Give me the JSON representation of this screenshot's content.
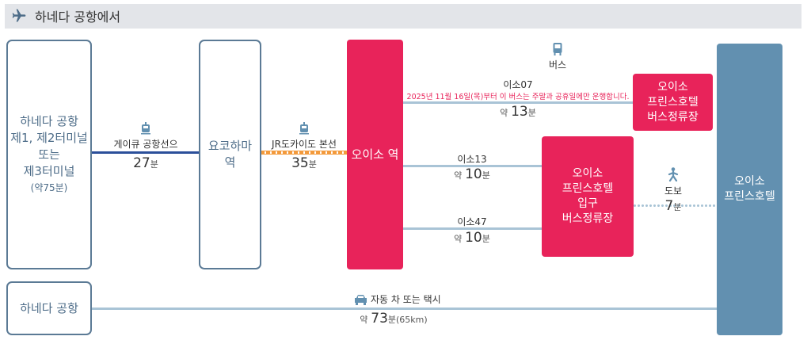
{
  "header": {
    "title": "하네다 공항에서",
    "icon": "airplane-icon"
  },
  "nodes": {
    "haneda_terminals": [
      "하네다 공항",
      "제1, 제2터미널",
      "또는",
      "제3터미널"
    ],
    "haneda_terminals_note": "(약75분)",
    "yokohama": [
      "요코하마",
      "역"
    ],
    "oiso_station": "오이소 역",
    "prince_hotel_bus_stop": [
      "오이소",
      "프린스호텔",
      "버스정류장"
    ],
    "prince_hotel_entrance_stop": [
      "오이소",
      "프린스호텔",
      "입구",
      "버스정류장"
    ],
    "prince_hotel": [
      "오이소",
      "프린스호텔"
    ],
    "haneda_airport": "하네다 공항"
  },
  "routes": {
    "keikyu": {
      "name": "게이큐 공항선으",
      "time": "27",
      "unit": "분",
      "icon": "train-icon",
      "color": "#2b4f9a"
    },
    "jr": {
      "name": "JR도카이도 본선",
      "time": "35",
      "unit": "분",
      "icon": "train-icon",
      "color": "#f39a3c"
    },
    "bus_header": {
      "label": "버스",
      "icon": "bus-icon"
    },
    "iso07": {
      "name": "이소07",
      "note": "2025년 11월 16일(목)부터 이 버스는 주말과 공휴일에만 운행합니다.",
      "prefix": "약",
      "time": "13",
      "unit": "분"
    },
    "iso13": {
      "name": "이소13",
      "prefix": "약",
      "time": "10",
      "unit": "분"
    },
    "iso47": {
      "name": "이소47",
      "prefix": "약",
      "time": "10",
      "unit": "분"
    },
    "walk": {
      "name": "도보",
      "time": "7",
      "unit": "분",
      "icon": "walking-icon"
    },
    "car": {
      "name": "자동 차 또는 택시",
      "prefix": "약",
      "time": "73",
      "unit": "분(65km)",
      "icon": "car-icon"
    }
  },
  "colors": {
    "red": "#e8235a",
    "steel": "#6290b0",
    "outline": "#5b7a95",
    "line": "#a9c4d6"
  }
}
